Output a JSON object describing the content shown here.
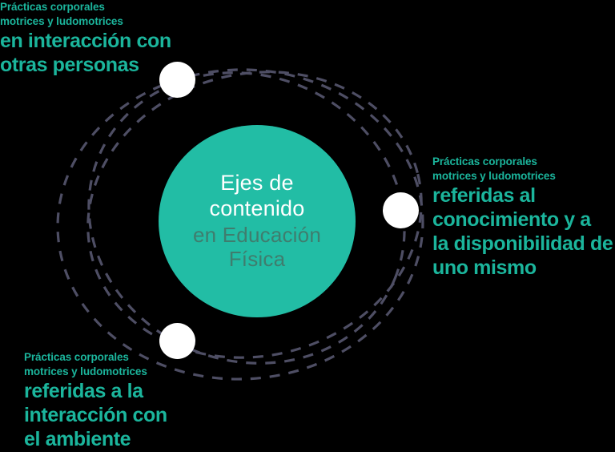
{
  "diagram": {
    "title": "Ejes de contenido en Educación Física",
    "background_color": "#000000",
    "accent_color": "#1bb59c",
    "center_fill": "#22bda5",
    "node_fill": "#ffffff",
    "orbit_color": "#4e4e64",
    "center": {
      "title_line_1": "Ejes de",
      "title_line_2": "contenido",
      "subtitle_line_1": "en Educación",
      "subtitle_line_2": "Física"
    },
    "nodes": [
      {
        "id": "node-top",
        "label_ref": "top_left"
      },
      {
        "id": "node-right",
        "label_ref": "right"
      },
      {
        "id": "node-bottom",
        "label_ref": "bottom_left"
      }
    ],
    "labels": {
      "top_left": {
        "lead_line_1": "Prácticas corporales",
        "lead_line_2": "motrices y ludomotrices",
        "main_line_1": "en interacción con",
        "main_line_2": "otras personas"
      },
      "right": {
        "lead_line_1": "Prácticas corporales",
        "lead_line_2": "motrices y ludomotrices",
        "main_line_1": "referidas al",
        "main_line_2": "conocimiento y a",
        "main_line_3": "la disponibilidad de",
        "main_line_4": "uno mismo"
      },
      "bottom_left": {
        "lead_line_1": "Prácticas corporales",
        "lead_line_2": "motrices y ludomotrices",
        "main_line_1": "referidas a la",
        "main_line_2": "interacción con",
        "main_line_3": "el ambiente"
      }
    }
  }
}
